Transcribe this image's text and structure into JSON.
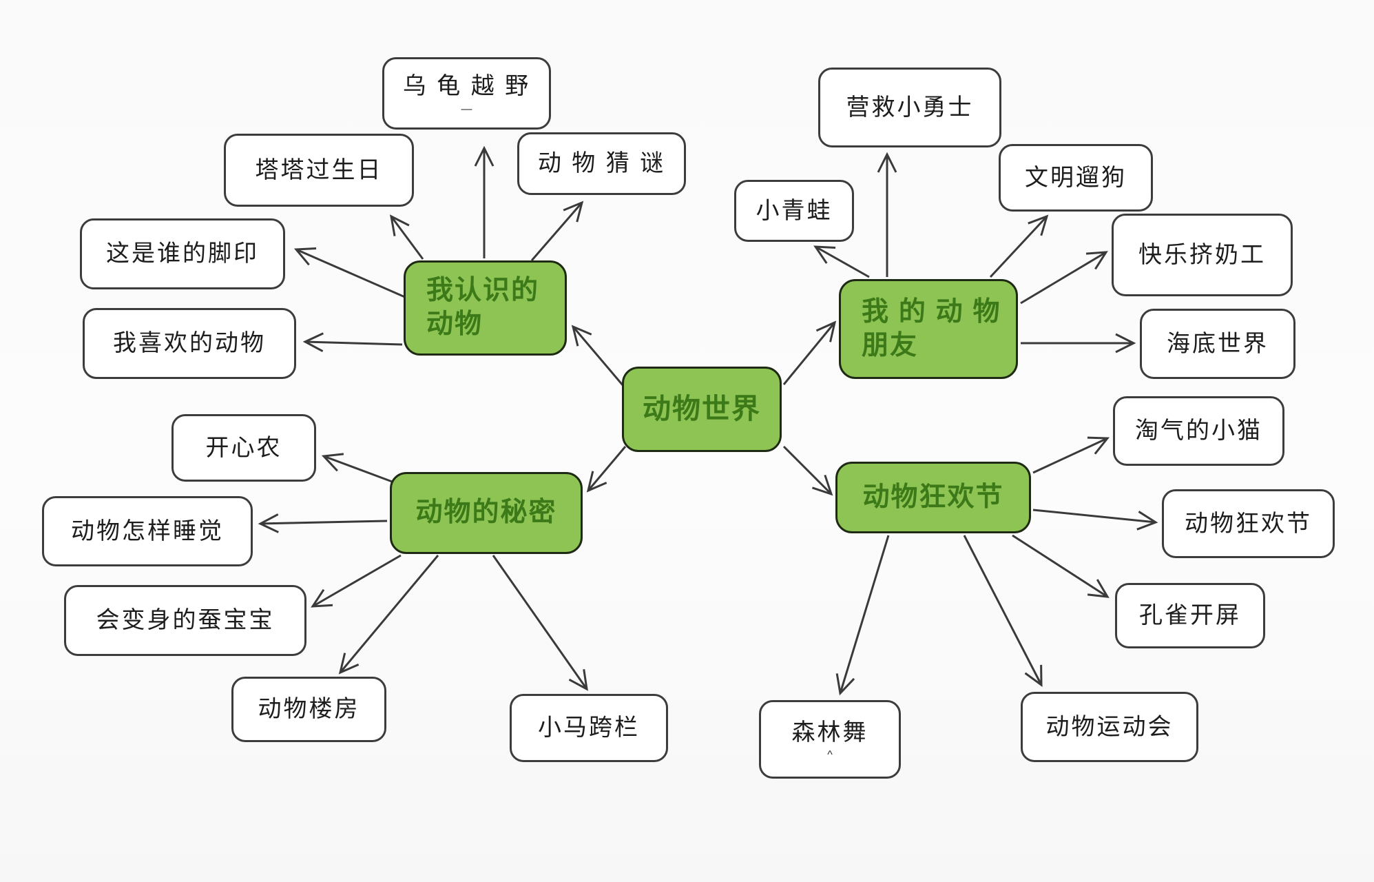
{
  "diagram": {
    "type": "mindmap",
    "title": "动物世界",
    "colors": {
      "branch_fill": "#8dc453",
      "branch_border": "#1e2a14",
      "branch_text": "#3c7a19",
      "leaf_fill": "#ffffff",
      "leaf_border": "#3c3c3c",
      "leaf_text": "#1d1d1d",
      "arrow": "#3a3a3a",
      "background": "#fbfbfb"
    },
    "nodes": {
      "center": {
        "label": "动物世界"
      },
      "branch_known": {
        "label": "我认识的\n动物"
      },
      "branch_friends": {
        "label": "我 的 动 物\n朋友"
      },
      "branch_secrets": {
        "label": "动物的秘密"
      },
      "branch_carnival": {
        "label": "动物狂欢节"
      },
      "turtle": {
        "label": "乌 龟 越 野",
        "label2": "—"
      },
      "birthday": {
        "label": "塔塔过生日"
      },
      "riddle": {
        "label": "动 物 猜 谜"
      },
      "footprint": {
        "label": "这是谁的脚印"
      },
      "favorite": {
        "label": "我喜欢的动物"
      },
      "frog": {
        "label": "小青蛙"
      },
      "rescue": {
        "label": "营救小勇士"
      },
      "dog_walking": {
        "label": "文明遛狗"
      },
      "milking": {
        "label": "快乐挤奶工"
      },
      "undersea": {
        "label": "海底世界"
      },
      "kitten": {
        "label": "淘气的小猫"
      },
      "carnival_leaf": {
        "label": "动物狂欢节"
      },
      "peacock": {
        "label": "孔雀开屏"
      },
      "sports": {
        "label": "动物运动会"
      },
      "forest_dance": {
        "label": "森林舞",
        "label2": "^"
      },
      "happy_farm": {
        "label": "开心农"
      },
      "sleep": {
        "label": "动物怎样睡觉"
      },
      "silkworm": {
        "label": "会变身的蚕宝宝"
      },
      "building": {
        "label": "动物楼房"
      },
      "horse_hurdle": {
        "label": "小马跨栏"
      }
    }
  }
}
